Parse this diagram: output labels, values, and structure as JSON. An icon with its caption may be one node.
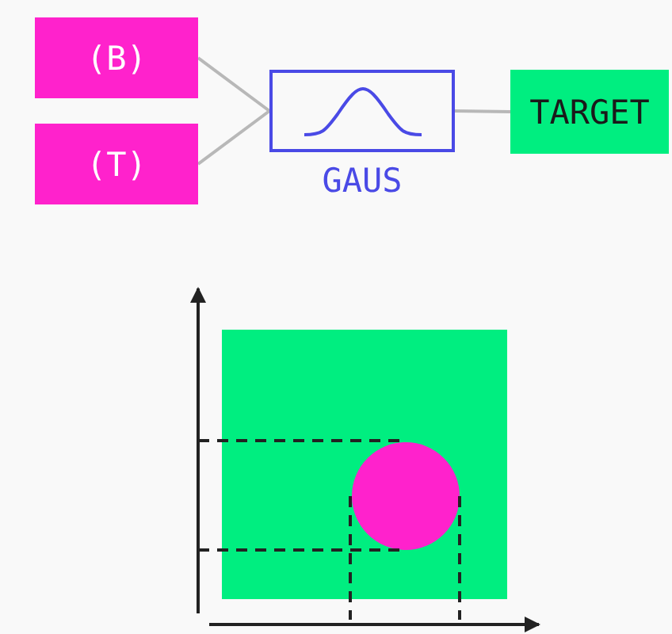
{
  "diagram": {
    "nodes": [
      {
        "text": [
          "(B)"
        ]
      },
      {
        "text": [
          "(T)"
        ]
      },
      {
        "text": [
          "GAUS"
        ]
      },
      {
        "text": [
          "TARGET"
        ]
      }
    ],
    "edges": [
      {
        "from": 0,
        "to": 2,
        "arrow": "none"
      },
      {
        "from": 1,
        "to": 2,
        "arrow": "none"
      },
      {
        "from": 2,
        "to": 3,
        "arrow": "none"
      }
    ]
  }
}
